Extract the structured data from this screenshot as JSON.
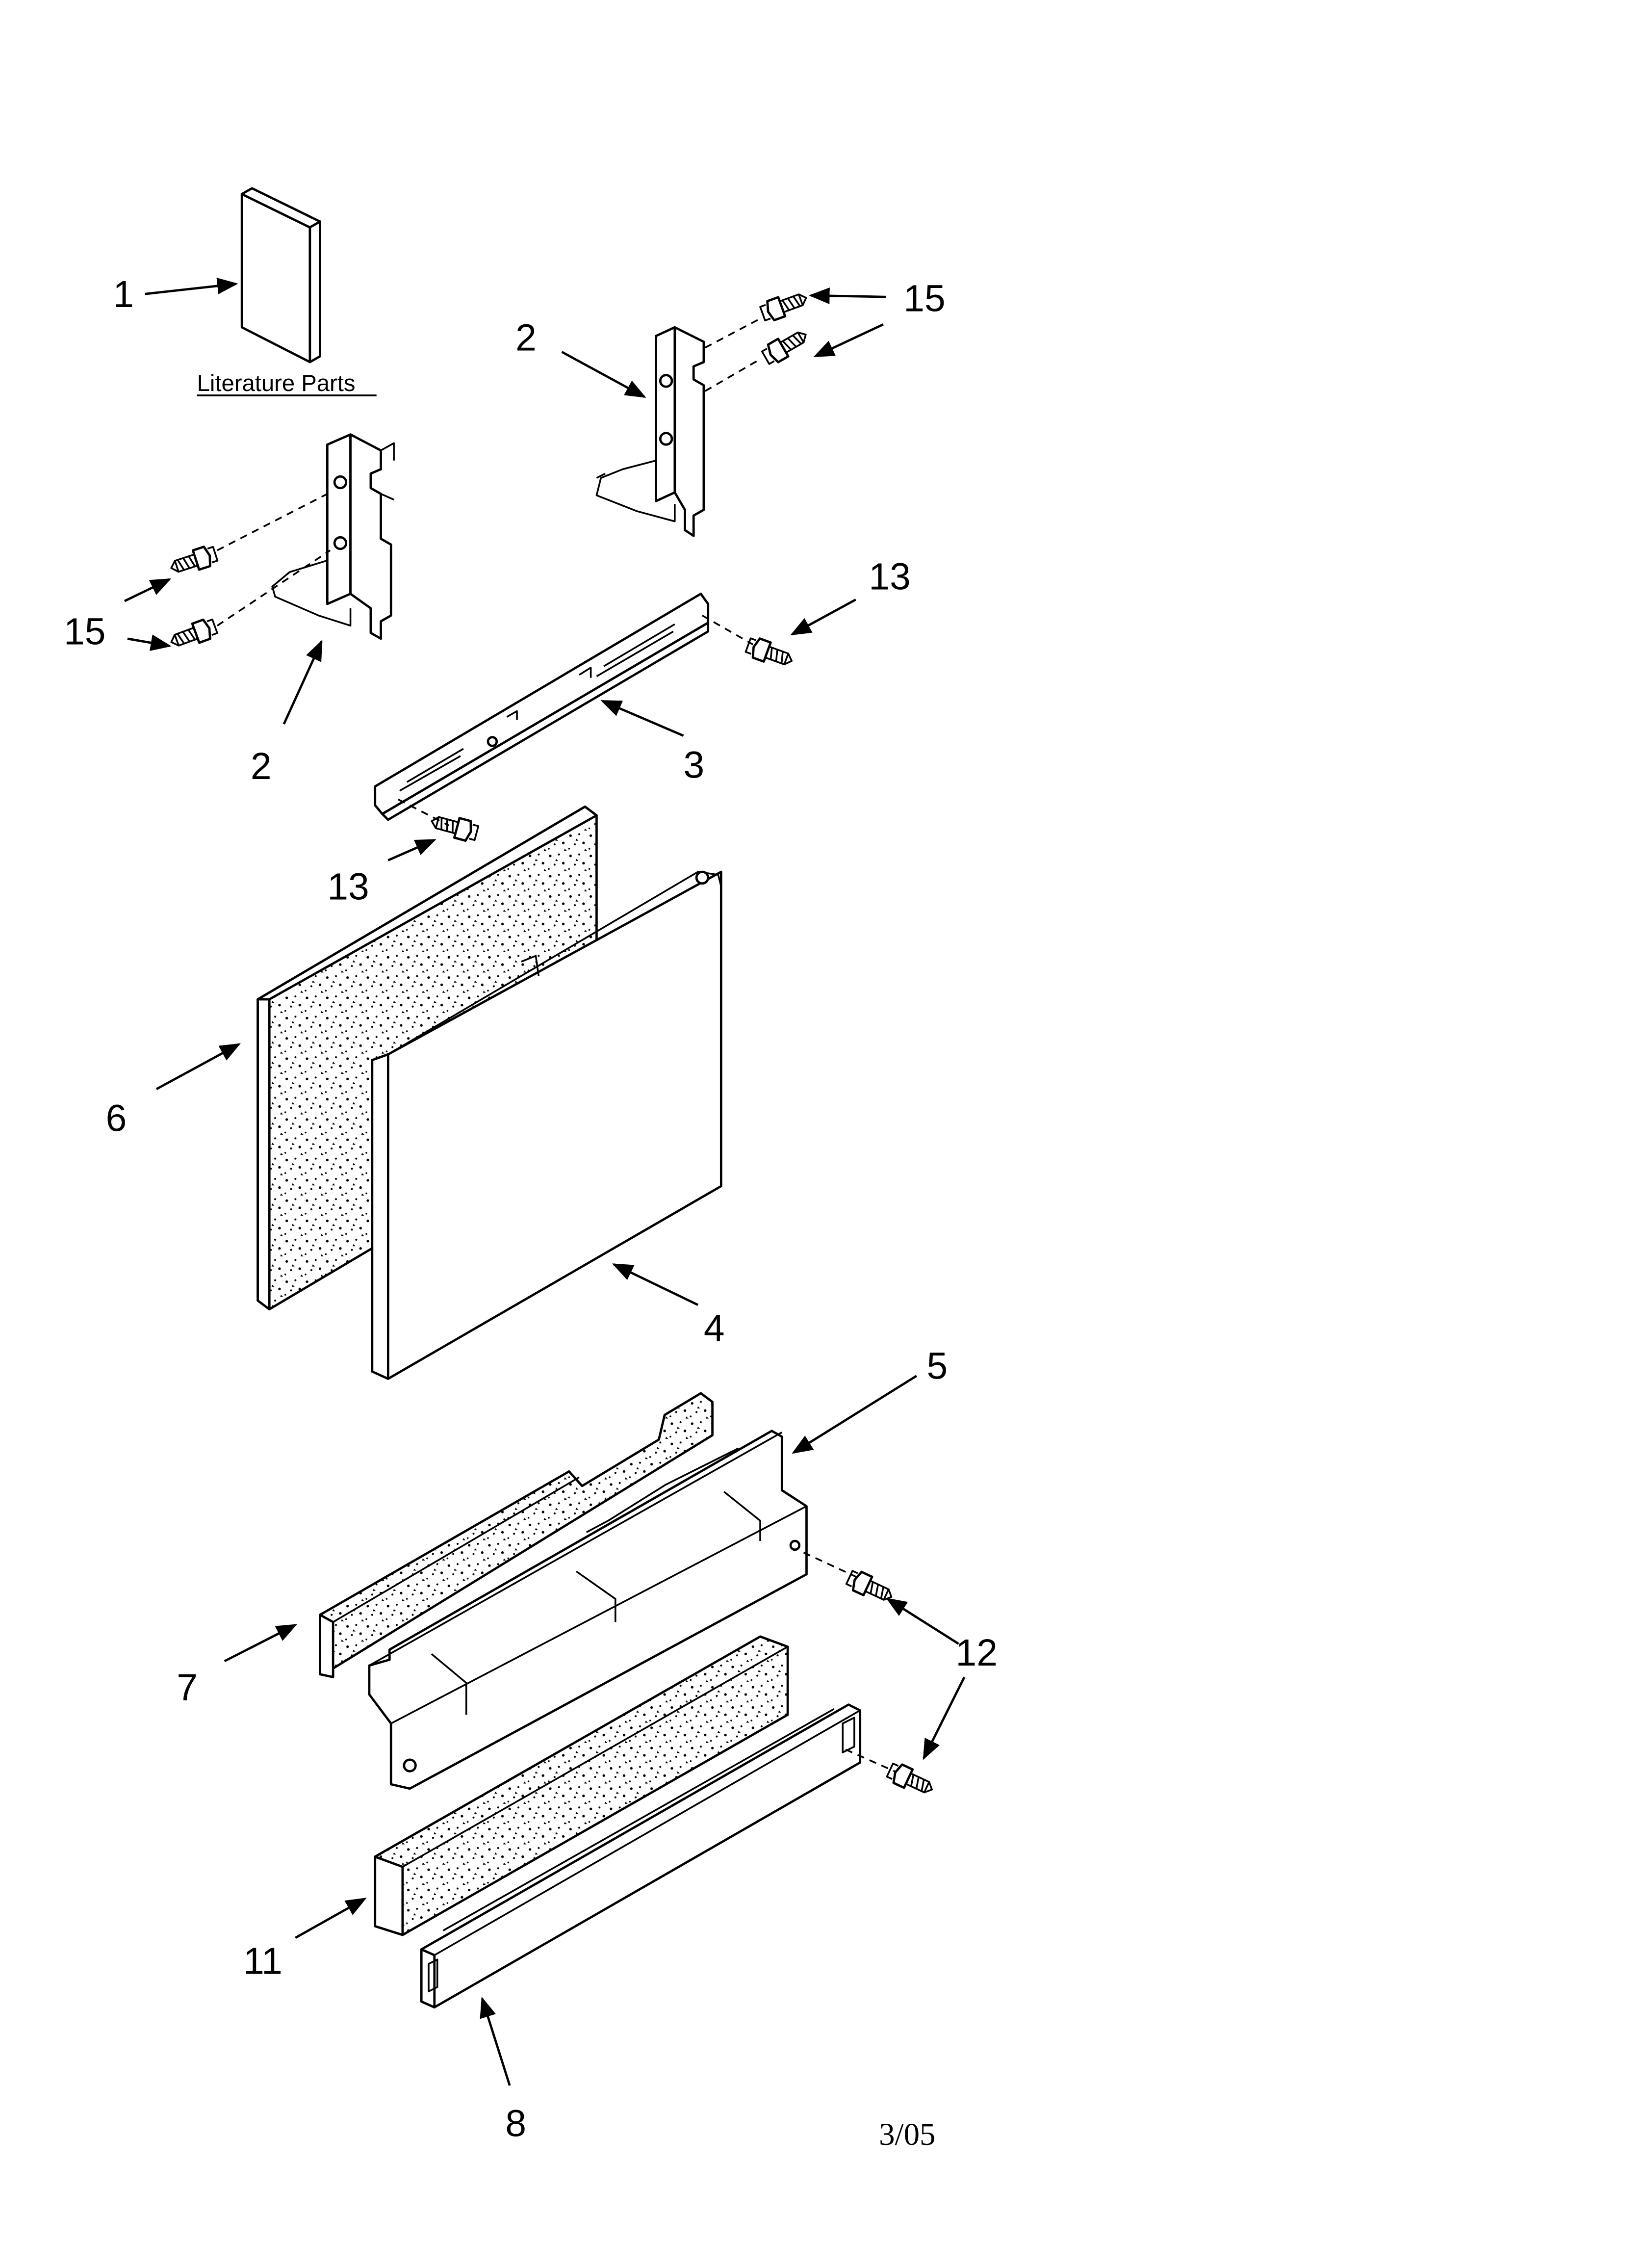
{
  "literature": {
    "caption": "Literature Parts"
  },
  "callouts": {
    "c1": "1",
    "c2_top": "2",
    "c2_left": "2",
    "c15_top": "15",
    "c15_left": "15",
    "c13_right": "13",
    "c13_left": "13",
    "c3": "3",
    "c6": "6",
    "c4": "4",
    "c5": "5",
    "c7": "7",
    "c12": "12",
    "c11": "11",
    "c8": "8"
  },
  "footer": {
    "date": "3/05"
  }
}
